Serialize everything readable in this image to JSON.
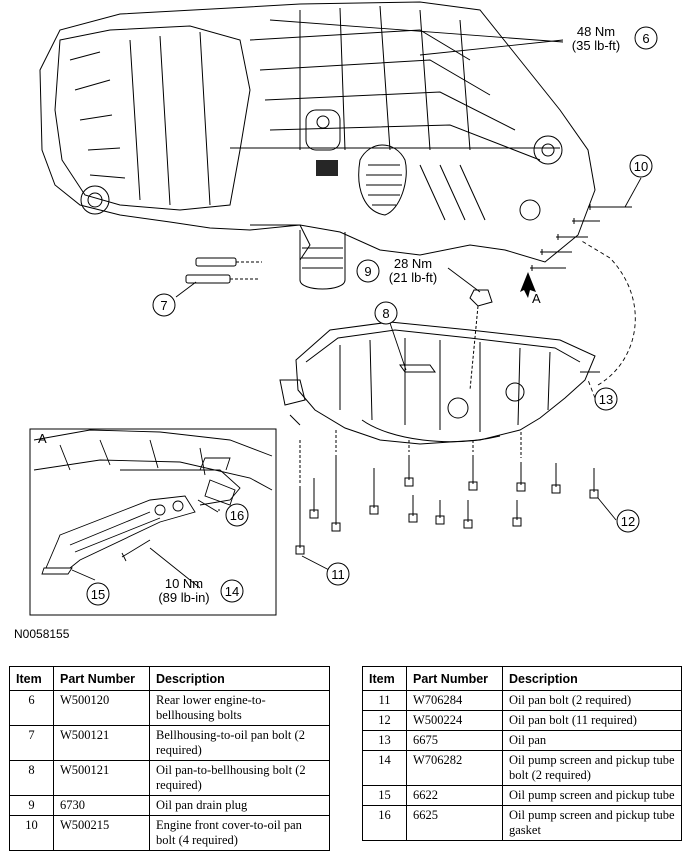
{
  "callouts": {
    "c6": {
      "num": "6",
      "line1": "48 Nm",
      "line2": "(35 lb-ft)"
    },
    "c7": {
      "num": "7"
    },
    "c8": {
      "num": "8"
    },
    "c9": {
      "num": "9",
      "line1": "28 Nm",
      "line2": "(21 lb-ft)"
    },
    "c10": {
      "num": "10"
    },
    "c11": {
      "num": "11"
    },
    "c12": {
      "num": "12"
    },
    "c13": {
      "num": "13"
    },
    "c14": {
      "num": "14",
      "line1": "10 Nm",
      "line2": "(89 lb-in)"
    },
    "c15": {
      "num": "15"
    },
    "c16": {
      "num": "16"
    }
  },
  "view_label": "A",
  "inset_label": "A",
  "figure_id": "N0058155",
  "table_headers": {
    "item": "Item",
    "part_number": "Part Number",
    "description": "Description"
  },
  "parts_left": [
    {
      "item": "6",
      "part_number": "W500120",
      "description": "Rear lower engine-to-bellhousing bolts"
    },
    {
      "item": "7",
      "part_number": "W500121",
      "description": "Bellhousing-to-oil pan bolt (2 required)"
    },
    {
      "item": "8",
      "part_number": "W500121",
      "description": "Oil pan-to-bellhousing bolt (2 required)"
    },
    {
      "item": "9",
      "part_number": "6730",
      "description": "Oil pan drain plug"
    },
    {
      "item": "10",
      "part_number": "W500215",
      "description": "Engine front cover-to-oil pan bolt (4 required)"
    }
  ],
  "parts_right": [
    {
      "item": "11",
      "part_number": "W706284",
      "description": "Oil pan bolt (2 required)"
    },
    {
      "item": "12",
      "part_number": "W500224",
      "description": "Oil pan bolt (11 required)"
    },
    {
      "item": "13",
      "part_number": "6675",
      "description": "Oil pan"
    },
    {
      "item": "14",
      "part_number": "W706282",
      "description": "Oil pump screen and pickup tube bolt (2 required)"
    },
    {
      "item": "15",
      "part_number": "6622",
      "description": "Oil pump screen and pickup tube"
    },
    {
      "item": "16",
      "part_number": "6625",
      "description": "Oil pump screen and pickup tube gasket"
    }
  ]
}
